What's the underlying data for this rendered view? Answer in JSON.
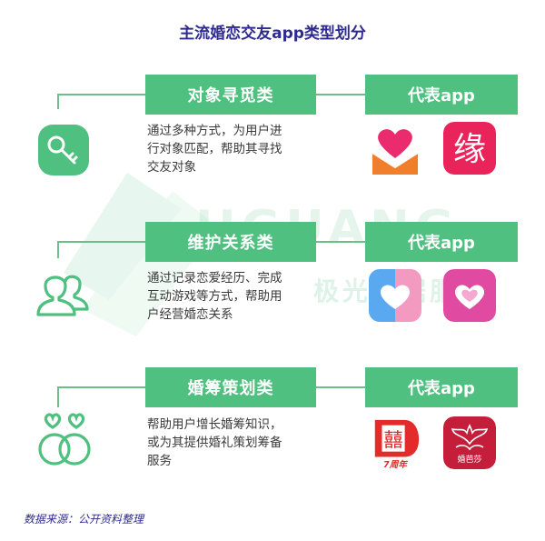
{
  "title": "主流婚恋交友app类型划分",
  "watermark": {
    "latin": "JIGUANG",
    "chinese": "极光数据服务"
  },
  "sections": [
    {
      "category": "对象寻觅类",
      "representative_label": "代表app",
      "description_lines": [
        "通过多种方式，为用户进",
        "行对象匹配，帮助其寻找",
        "交友对象"
      ],
      "icon": "key-icon",
      "apps": [
        {
          "icon": "heart-envelope-app-icon",
          "color": "#f0552b"
        },
        {
          "icon": "yuan-character-app-icon",
          "color": "#e8245a",
          "glyph": "缘"
        }
      ]
    },
    {
      "category": "维护关系类",
      "representative_label": "代表app",
      "description_lines": [
        "通过记录恋爱经历、完成",
        "互动游戏等方式，帮助用",
        "户经营婚恋关系"
      ],
      "icon": "couple-users-icon",
      "apps": [
        {
          "icon": "split-heart-app-icon",
          "color": "#5aa9f0"
        },
        {
          "icon": "pink-heart-app-icon",
          "color": "#e04aa0"
        }
      ]
    },
    {
      "category": "婚筹策划类",
      "representative_label": "代表app",
      "description_lines": [
        "帮助用户增长婚筹知识，",
        "或为其提供婚礼策划筹备",
        "服务"
      ],
      "icon": "rings-hearts-icon",
      "apps": [
        {
          "icon": "xi-seal-app-icon",
          "color": "#e32b2b",
          "glyph": "囍",
          "badge": "7周年"
        },
        {
          "icon": "phoenix-app-icon",
          "color": "#c41e3a",
          "caption": "婚芭莎"
        }
      ]
    }
  ],
  "footer": "数据来源：公开资料整理"
}
